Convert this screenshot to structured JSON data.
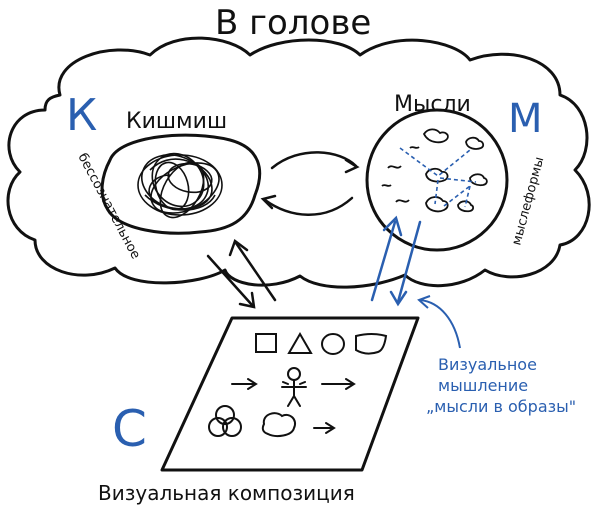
{
  "title": "В голове",
  "left_letter": "К",
  "left_title": "Кишмиш",
  "left_side_label": "бессознательное",
  "right_letter": "М",
  "right_title": "Мысли",
  "right_side_label": "мыслеформы",
  "bottom_letter": "С",
  "bottom_caption": "Визуальная композиция",
  "annotation": {
    "line1": "Визуальное",
    "line2": "мышление",
    "line3": "„мысли в образы\""
  },
  "colors": {
    "ink": "#111111",
    "accent": "#2a5fb0"
  }
}
